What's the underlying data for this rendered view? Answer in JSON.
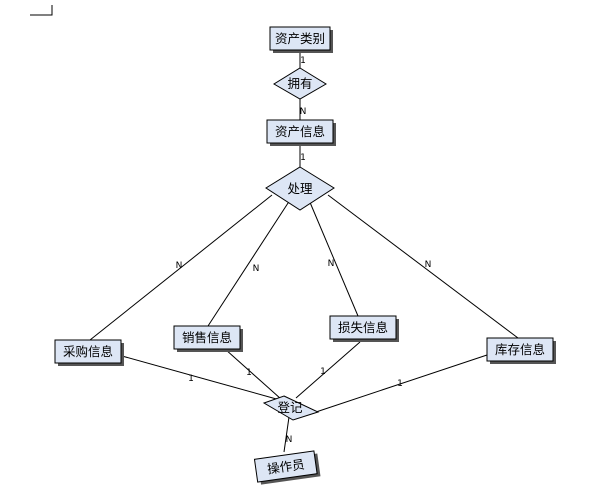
{
  "diagram": {
    "entities": {
      "asset_category": "资产类别",
      "asset_info": "资产信息",
      "purchase_info": "采购信息",
      "sales_info": "销售信息",
      "loss_info": "损失信息",
      "inventory_info": "库存信息",
      "operator": "操作员"
    },
    "relationships": {
      "own": "拥有",
      "process": "处理",
      "register": "登记"
    },
    "cardinality": {
      "one": "1",
      "many": "N"
    }
  }
}
